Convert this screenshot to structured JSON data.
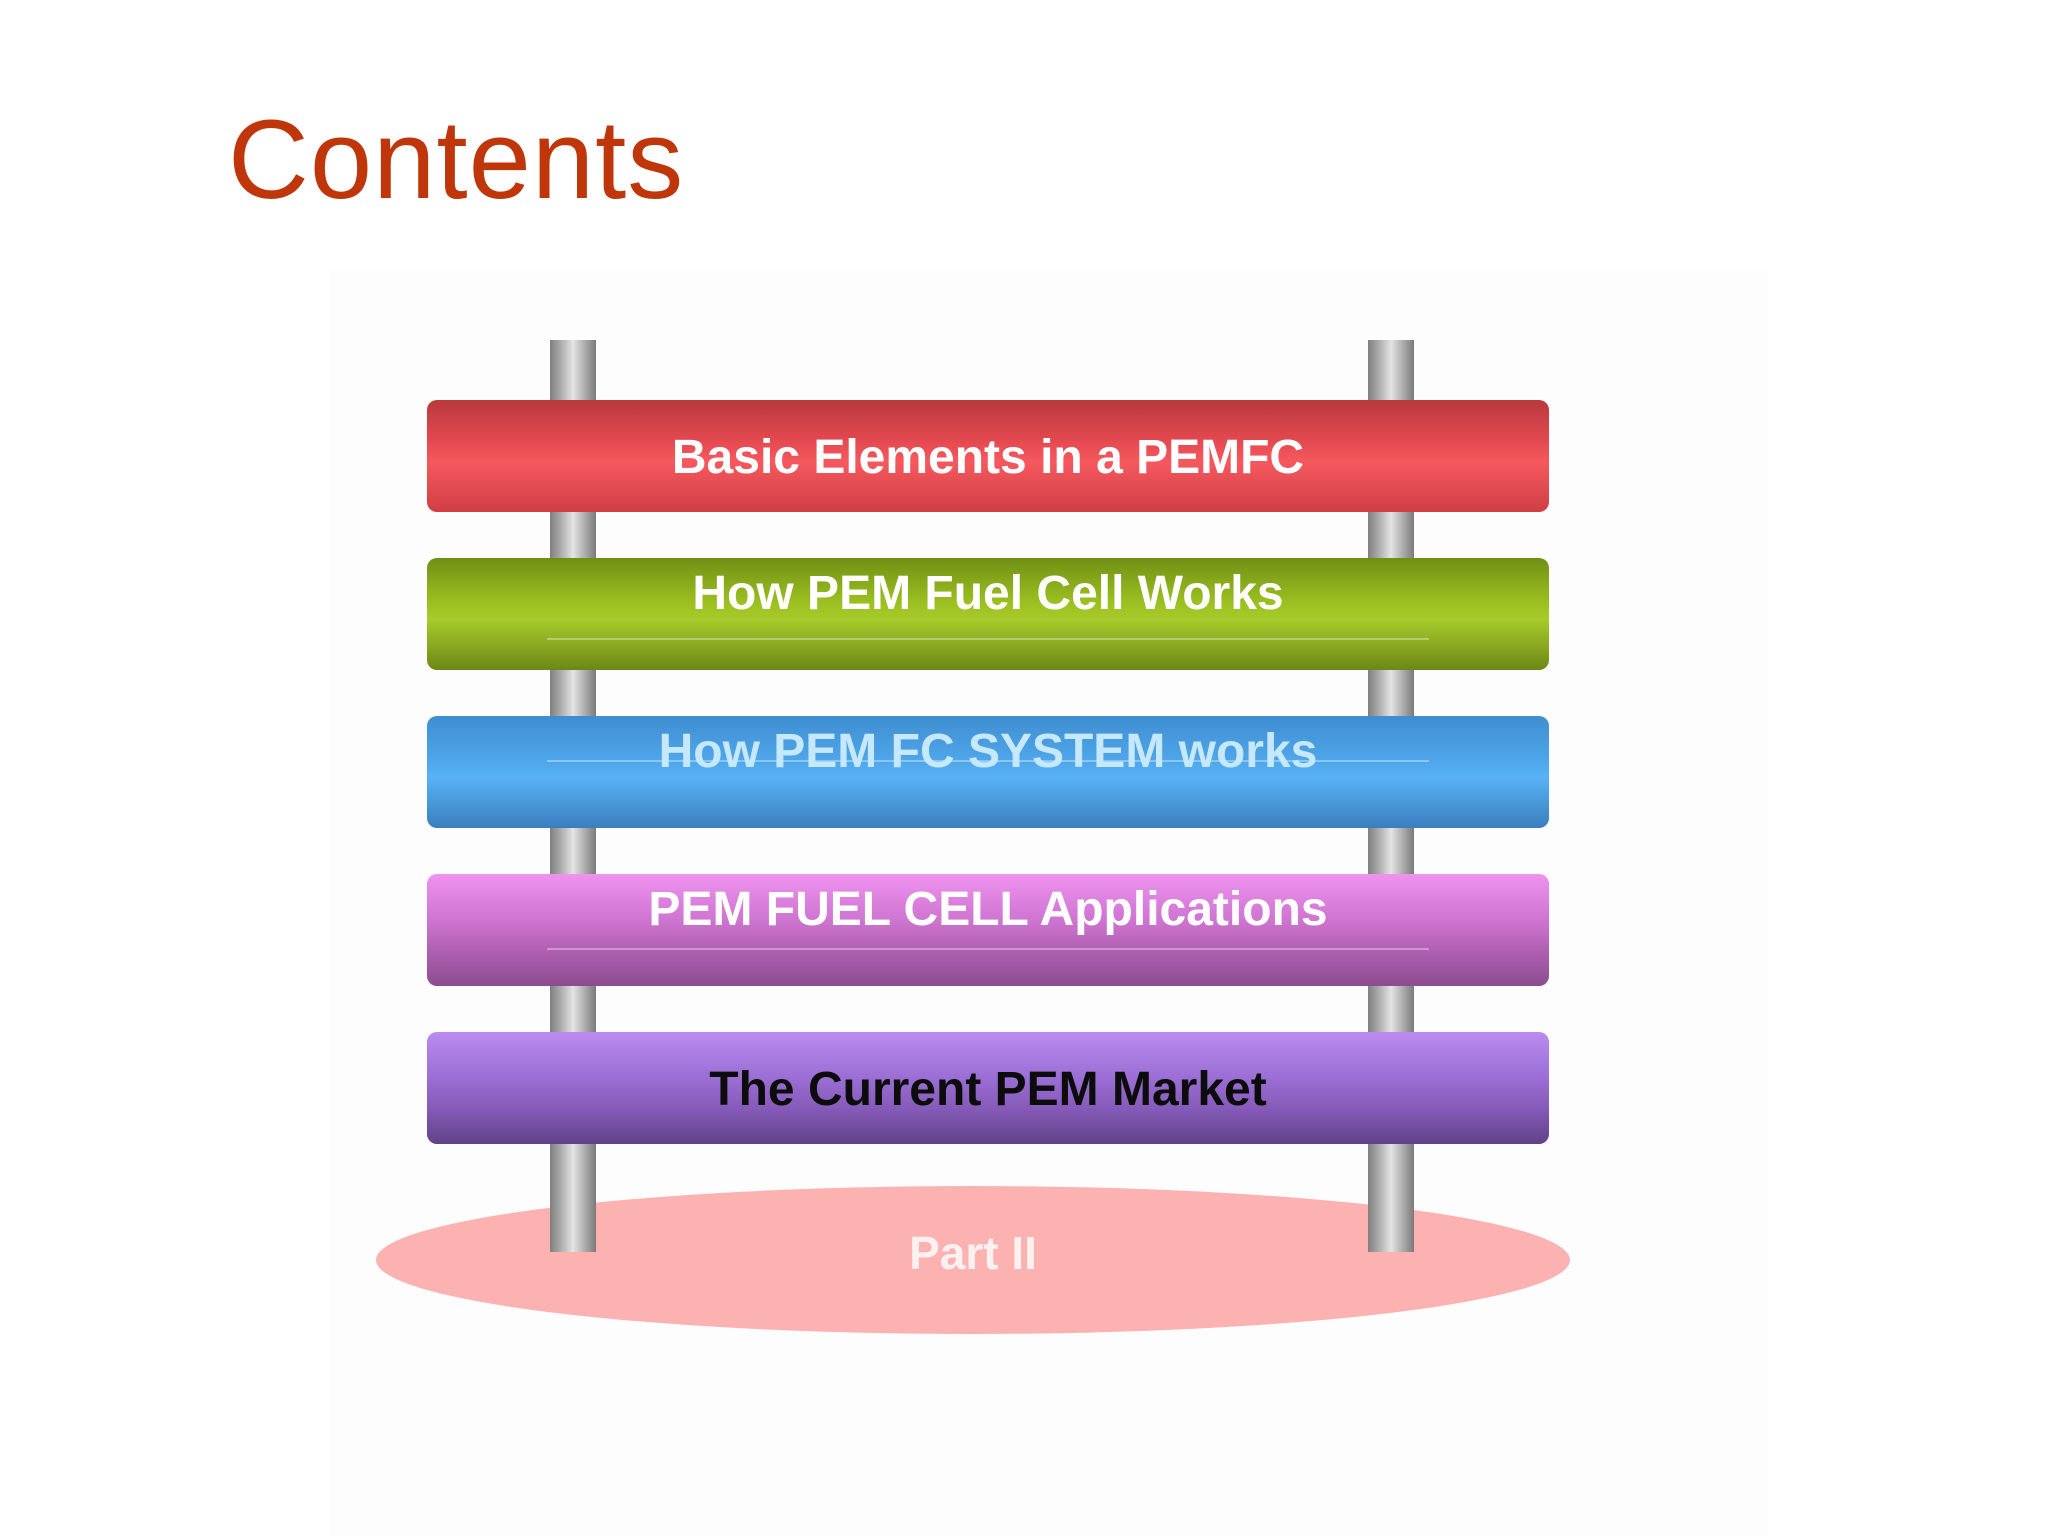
{
  "slide": {
    "title": "Contents",
    "base_label": "Part II",
    "items": [
      {
        "label": "Basic Elements in a PEMFC",
        "color": "#e2484f"
      },
      {
        "label": "How PEM Fuel Cell Works",
        "color": "#9cc021"
      },
      {
        "label": "How PEM FC SYSTEM works",
        "color": "#4fa6ea"
      },
      {
        "label": "PEM FUEL CELL Applications",
        "color": "#cf76d2"
      },
      {
        "label": "The Current PEM Market",
        "color": "#9b6fd5"
      }
    ],
    "colors": {
      "title": "#c0360b",
      "base": "#fdb2b2",
      "post": "#b9b9b9"
    }
  }
}
